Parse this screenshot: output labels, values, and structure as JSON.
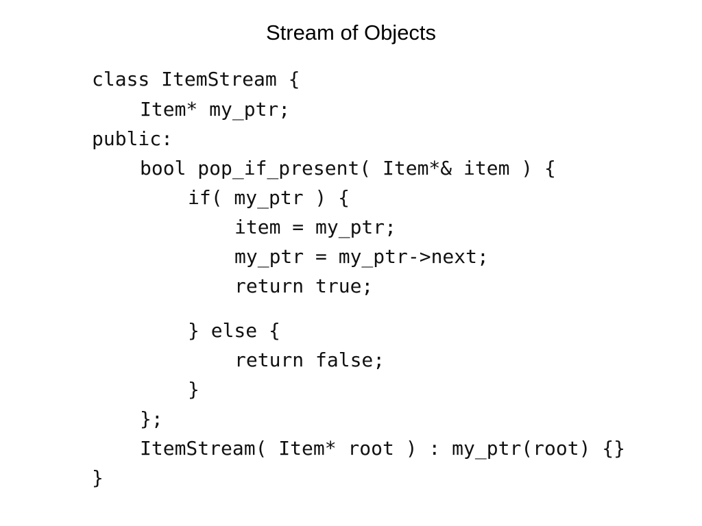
{
  "slide": {
    "title": "Stream of Objects"
  },
  "code": {
    "lines": [
      "class ItemStream {",
      "Item* my_ptr;",
      "public:",
      "bool pop_if_present( Item*& item ) {",
      "if( my_ptr ) {",
      "item = my_ptr;",
      "my_ptr = my_ptr->next;",
      "return true;",
      "} else {",
      "return false;",
      "}",
      "};",
      "ItemStream( Item* root ) : my_ptr(root) {}",
      "}"
    ]
  }
}
